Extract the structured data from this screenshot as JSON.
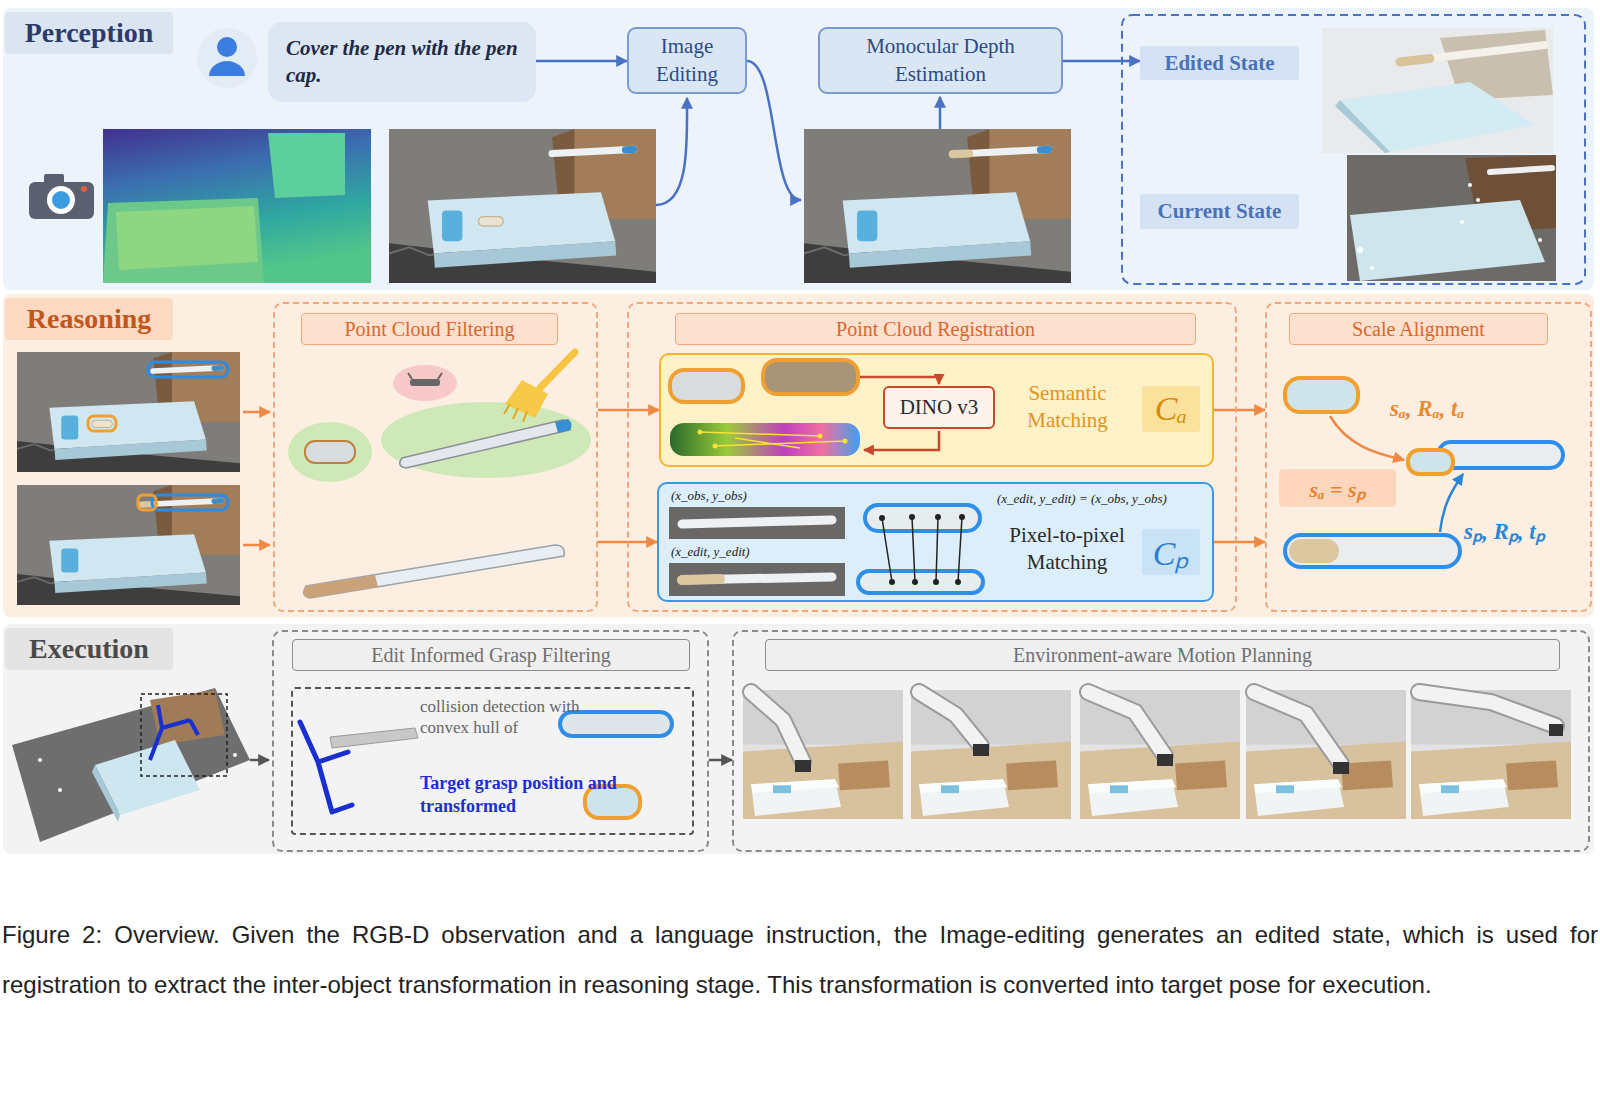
{
  "diagram": {
    "caption": "Figure 2: Overview. Given the RGB-D observation and a language instruction, the Image-editing generates an edited state, which is used for registration to extract the inter-object transformation in reasoning stage. This transformation is converted into target pose for execution.",
    "nodes": [
      {
        "text": [
          "Perception"
        ]
      },
      {
        "text": [
          "Cover the pen with the pen cap."
        ],
        "in": 0
      },
      {
        "text": [
          "Image Editing"
        ],
        "in": 0
      },
      {
        "text": [
          "Monocular Depth Estimation"
        ],
        "in": 0
      },
      {
        "text": [
          "Edited State"
        ],
        "in": 0
      },
      {
        "text": [
          "Current State"
        ],
        "in": 0
      },
      {
        "text": [
          "Reasoning"
        ]
      },
      {
        "text": [
          "Point Cloud Filtering"
        ],
        "in": 6
      },
      {
        "text": [
          "Point Cloud Registration"
        ],
        "in": 6
      },
      {
        "text": [
          "Semantic Matching",
          "Cₐ"
        ],
        "in": 8
      },
      {
        "text": [
          "DINO v3"
        ],
        "in": 9
      },
      {
        "text": [
          "Pixel-to-pixel Matching",
          "Cₚ"
        ],
        "in": 8
      },
      {
        "text": [
          "Scale Alignment"
        ],
        "in": 6
      },
      {
        "text": [
          "sₐ = sₚ"
        ],
        "in": 12
      },
      {
        "text": [
          "Execution"
        ]
      },
      {
        "text": [
          "Edit Informed Grasp Filtering"
        ],
        "in": 14
      },
      {
        "text": [
          "collision detection with convex hull of",
          "Target grasp position and transformed"
        ],
        "in": 15
      },
      {
        "text": [
          "Environment-aware Motion Planning"
        ],
        "in": 14
      }
    ],
    "edges": [
      {
        "from": 1,
        "to": 2,
        "arrow": "to"
      },
      {
        "from": 3,
        "to": 4,
        "arrow": "to"
      },
      {
        "from": 7,
        "to": 9,
        "arrow": "to"
      },
      {
        "from": 7,
        "to": 11,
        "arrow": "to"
      },
      {
        "from": 9,
        "to": 12,
        "arrow": "to"
      },
      {
        "from": 11,
        "to": 12,
        "arrow": "to"
      },
      {
        "from": 15,
        "to": 17,
        "arrow": "to"
      }
    ],
    "labels": [
      "(x_obs, y_obs)",
      "(x_edit, y_edit)",
      "(x_edit, y_edit) = (x_obs, y_obs)",
      "sₐ, Rₐ, tₐ",
      "sₚ, Rₚ, tₚ"
    ]
  }
}
